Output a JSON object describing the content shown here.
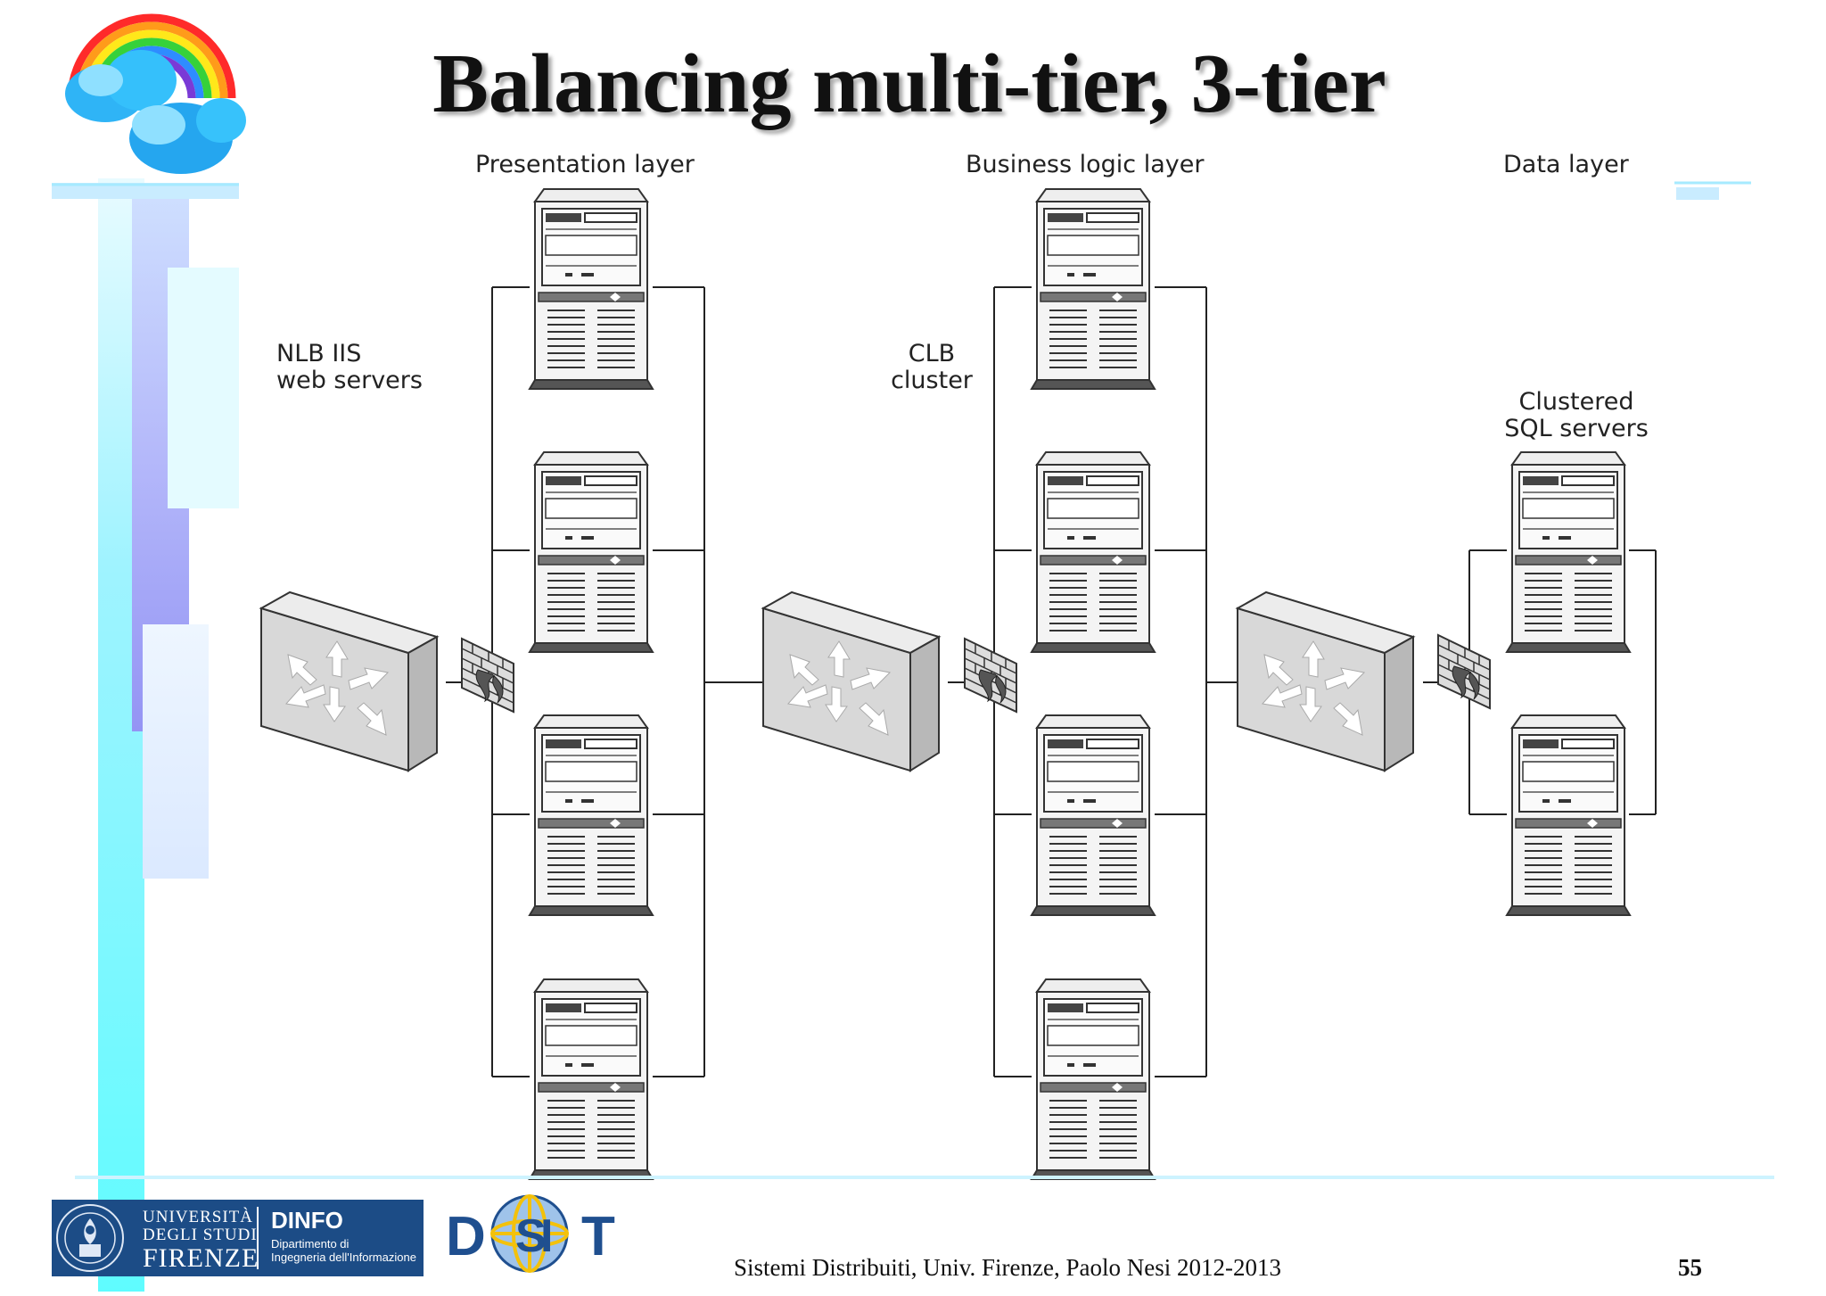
{
  "slide": {
    "title": "Balancing multi-tier, 3-tier",
    "footer": "Sistemi Distribuiti, Univ. Firenze, Paolo Nesi 2012-2013",
    "page_number": "55"
  },
  "diagram": {
    "layers": {
      "presentation": "Presentation layer",
      "business": "Business logic layer",
      "data": "Data layer"
    },
    "groups": {
      "nlb_line1": "NLB IIS",
      "nlb_line2": "web servers",
      "clb_line1": "CLB",
      "clb_line2": "cluster",
      "sql_line1": "Clustered",
      "sql_line2": "SQL servers"
    }
  },
  "logos": {
    "university_line1": "UNIVERSITÀ",
    "university_line2": "DEGLI STUDI",
    "university_line3": "FIRENZE",
    "dinfo_title": "DINFO",
    "dinfo_line1": "Dipartimento di",
    "dinfo_line2": "Ingegneria dell'Informazione",
    "disit_d": "D",
    "disit_t": "T"
  },
  "colors": {
    "sidebar_cyan": "#66ffff",
    "sidebar_violet": "#9a9af5",
    "unifi_blue": "#1c4c86",
    "disit_blue": "#1f4f8f"
  }
}
